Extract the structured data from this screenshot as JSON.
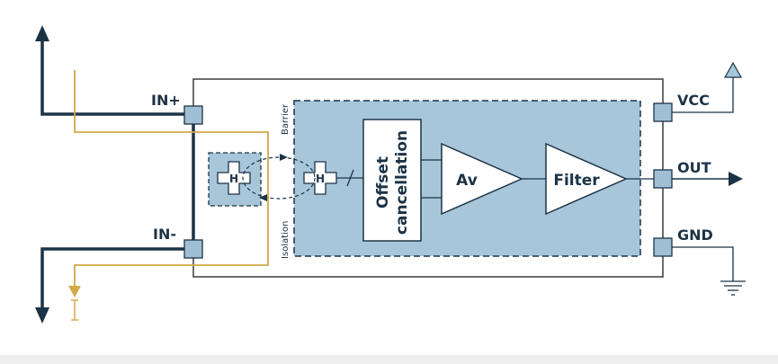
{
  "pins": {
    "in_plus": "IN+",
    "in_minus": "IN-",
    "vcc": "VCC",
    "out": "OUT",
    "gnd": "GND"
  },
  "isolation": {
    "barrier_label": "Barrier",
    "isolation_label": "Isolation"
  },
  "blocks": {
    "offset_line1": "Offset",
    "offset_line2": "cancellation",
    "amp": "Av",
    "filter": "Filter"
  },
  "sensor_symbol": "H",
  "current_symbol": "I",
  "colors": {
    "navy": "#1c3346",
    "gold": "#d4a84a",
    "light_blue": "#a7c6da",
    "pad_blue": "#9fbfd5",
    "gray_border": "#3c3c3c"
  }
}
